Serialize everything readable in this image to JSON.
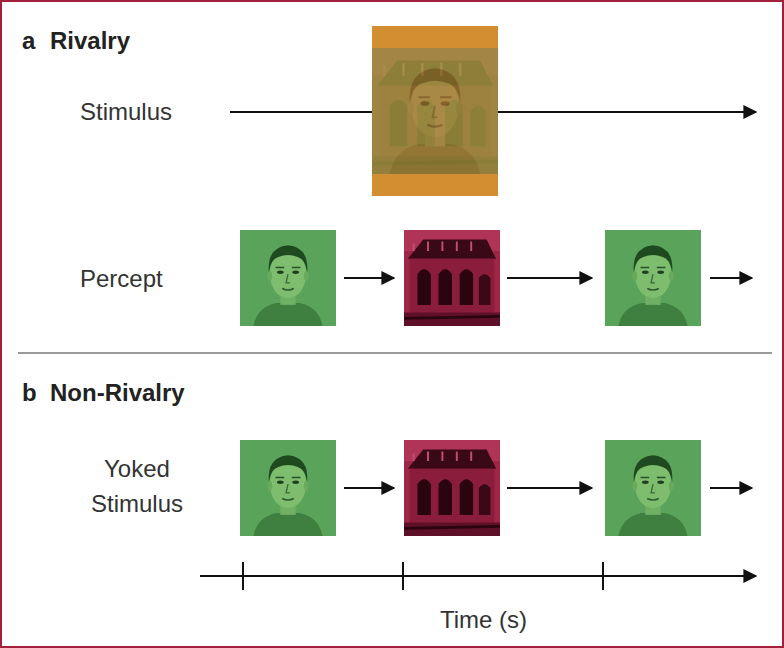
{
  "diagram": {
    "labels": [
      "a",
      "Rivalry",
      "Stimulus",
      "Percept",
      "b",
      "Non-Rivalry",
      "Yoked Stimulus",
      "Time (s)"
    ]
  }
}
